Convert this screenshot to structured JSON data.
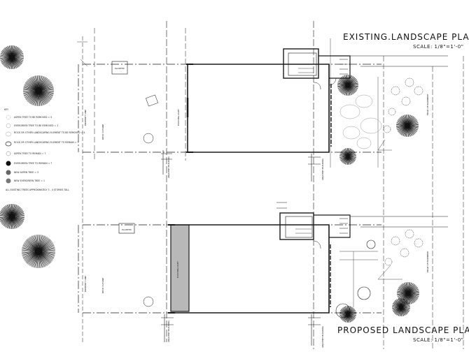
{
  "sheet": {
    "top_title": "EXISTING.LANDSCAPE PLAN",
    "top_scale": "SCALE: 1/8\"=1'-0\"",
    "bottom_title": "PROPOSED LANDSCAPE PLAN",
    "bottom_scale": "SCALE: 1/8\"=1'-0\""
  },
  "key": {
    "heading": "KEY",
    "items": [
      "ASPEN TREE TO BE REMOVED = 5",
      "EVERGREEN TREE TO BE REMOVED = 1",
      "ROCK OR OTHER LANDSCAPING ELEMENT TO BE REMOVED = 4",
      "ROCK OR OTHER LANDSCAPING ELEMENT TO REMAIN = 7",
      "ASPEN TREE TO REMAIN = 7",
      "EVERGREEN TREE TO REMAIN = 7",
      "NEW ASPEN TREE = 3",
      "NEW EVERGREEN TREE = 1"
    ],
    "footnote": "ALL EXISTING TREES APPROXIMATELY 3 - 4 STORIES TALL"
  },
  "notes": {
    "property_line": "PROPERTY LINE",
    "planter": "PLANTER",
    "existing_light": "EXISTING LIGHT",
    "deck_outline": "DECK OUTLINE",
    "wood walk": "WOOD WALK",
    "edge_of_pavement": "EDGE OF PAVEMENT",
    "adjacent_building": "ADJACENT BUILDING"
  },
  "colors": {
    "line": "#1a1a1a",
    "light_line": "#9a9a9a",
    "hatch_fill": "#b8b8b8",
    "background": "#ffffff"
  }
}
